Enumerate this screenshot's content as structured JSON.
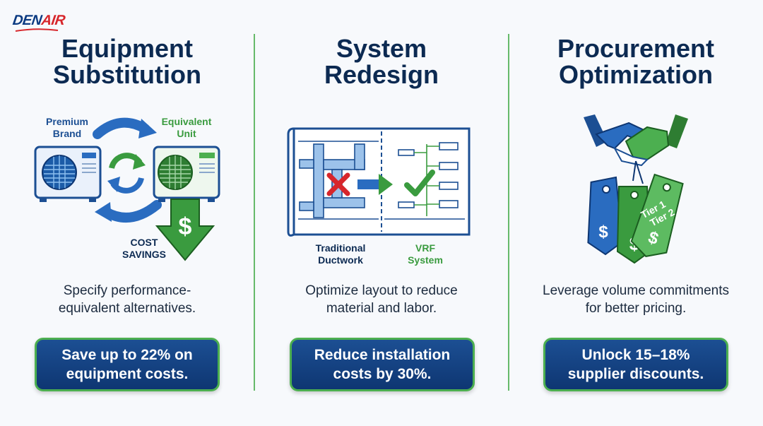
{
  "brand": {
    "logo_text_main": "DEN",
    "logo_text_accent": "AIR"
  },
  "colors": {
    "navy": "#0c2a52",
    "blue": "#1c4f93",
    "green": "#4caf50",
    "red": "#d7262b"
  },
  "columns": [
    {
      "title_line1": "Equipment",
      "title_line2": "Substitution",
      "labels": {
        "left_unit_line1": "Premium",
        "left_unit_line2": "Brand",
        "right_unit_line1": "Equivalent",
        "right_unit_line2": "Unit",
        "savings_line1": "COST",
        "savings_line2": "SAVINGS",
        "dollar": "$"
      },
      "desc_line1": "Specify performance-",
      "desc_line2": "equivalent alternatives.",
      "pill_line1": "Save up to 22% on",
      "pill_line2": "equipment costs."
    },
    {
      "title_line1": "System",
      "title_line2": "Redesign",
      "labels": {
        "left_caption_line1": "Traditional",
        "left_caption_line2": "Ductwork",
        "right_caption_line1": "VRF",
        "right_caption_line2": "System"
      },
      "desc_line1": "Optimize layout to reduce",
      "desc_line2": "material and labor.",
      "pill_line1": "Reduce installation",
      "pill_line2": "costs by 30%."
    },
    {
      "title_line1": "Procurement",
      "title_line2": "Optimization",
      "labels": {
        "tier1": "Tier 1",
        "tier2": "Tier 2",
        "dollar": "$"
      },
      "desc_line1": "Leverage volume commitments",
      "desc_line2": "for better pricing.",
      "pill_line1": "Unlock 15–18%",
      "pill_line2": "supplier discounts."
    }
  ]
}
